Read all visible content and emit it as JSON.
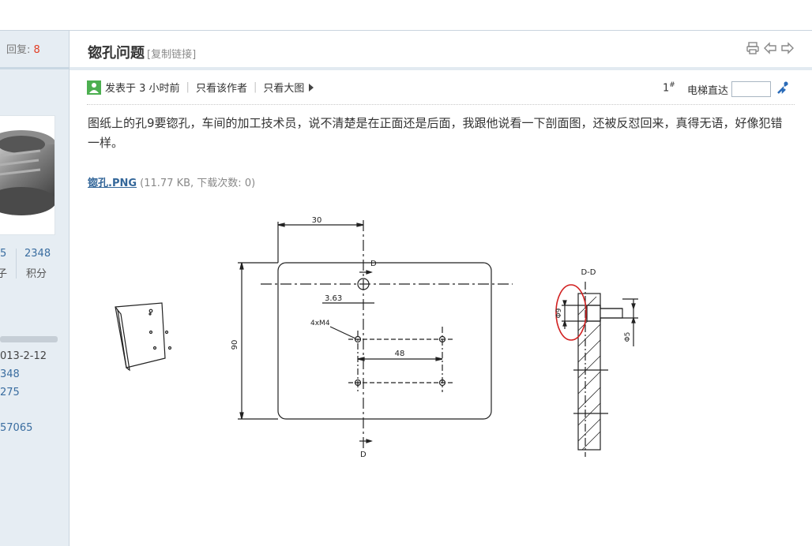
{
  "sidebar": {
    "reply_label": "回复:",
    "reply_count": "8",
    "stats": [
      {
        "value": "5",
        "label": "子"
      },
      {
        "value": "2348",
        "label": "积分"
      }
    ],
    "info": [
      "013-2-12",
      "348",
      "275",
      "57065"
    ]
  },
  "post": {
    "title": "锪孔问题",
    "copy_link": "[复制链接]",
    "posted": "发表于 3 小时前",
    "only_author": "只看该作者",
    "big_image": "只看大图",
    "floor": "1",
    "floor_sup": "#",
    "elevator_label": "电梯直达",
    "elevator_value": "",
    "content": "图纸上的孔9要锪孔，车间的加工技术员，说不清楚是在正面还是后面，我跟他说看一下剖面图，还被反怼回来，真得无语，好像犯错一样。",
    "attachment": {
      "name": "锪孔.PNG",
      "info": "(11.77 KB, 下载次数: 0)"
    }
  },
  "drawing": {
    "dims": {
      "d30": "30",
      "d363": "3.63",
      "m4": "4xM4",
      "d90": "90",
      "d48": "48",
      "sec_top": "D",
      "sec_bottom": "D",
      "sec_title": "D-D",
      "phi9": "Φ9",
      "phi5": "Φ5"
    }
  },
  "colors": {
    "accent": "#336699",
    "reply_count": "#e23d23",
    "annotation": "#d11f1f"
  },
  "icons": [
    "print-icon",
    "prev-thread-icon",
    "next-thread-icon",
    "online-status-icon",
    "expand-arrow-icon",
    "elevator-go-icon"
  ]
}
